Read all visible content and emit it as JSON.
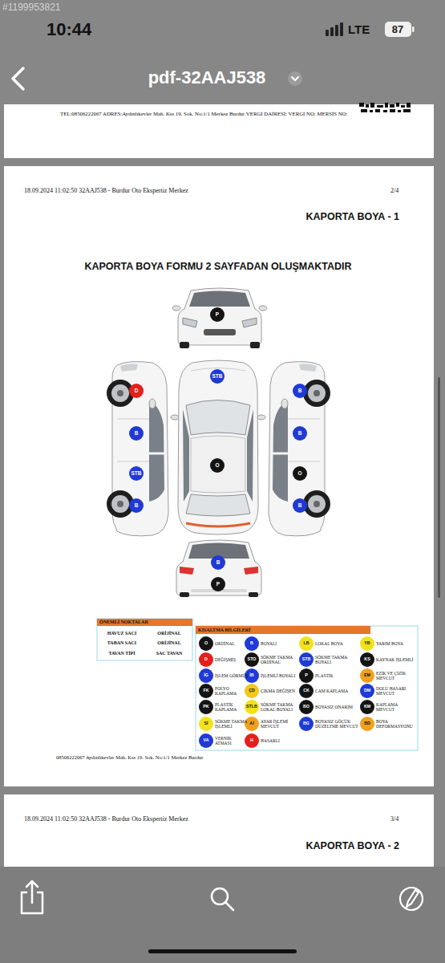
{
  "diagram": {
    "title": "KAPORTA BOYA FORMU 2 SAYFADAN OLUŞMAKTADIR",
    "nodes": [
      {
        "text": [
          "P"
        ]
      },
      {
        "text": [
          "D"
        ]
      },
      {
        "text": [
          "B"
        ]
      },
      {
        "text": [
          "STB"
        ]
      },
      {
        "text": [
          "B"
        ]
      },
      {
        "text": [
          "STB"
        ]
      },
      {
        "text": [
          "O"
        ]
      },
      {
        "text": [
          "B"
        ]
      },
      {
        "text": [
          "B"
        ]
      },
      {
        "text": [
          "O"
        ]
      },
      {
        "text": [
          "B"
        ]
      },
      {
        "text": [
          "B"
        ]
      },
      {
        "text": [
          "P"
        ]
      }
    ],
    "labels": [
      "#1199953821",
      "10:44",
      "LTE",
      "87",
      "pdf-32AAJ538",
      "TEL:08506222067 ADRES:Aydınlıkevler Mah. Kss 19. Sok. No:1/1 Merkez Burdur VERGİ DAİRESİ: VERGİ NO: MERSİS NO:",
      "18.09.2024 11:02:50 32AAJ538 - Burdur Oto Ekspertiz Merkez",
      "2/4",
      "KAPORTA BOYA - 1",
      "ÖNEMLİ NOKTALAR",
      "HAVUZ SACI",
      "ORİJİNAL",
      "TABAN SACI",
      "ORİJİNAL",
      "TAVAN TİPİ",
      "SAC TAVAN",
      "KISALTMA BİLGİLERİ",
      "O",
      "B",
      "LB",
      "YB",
      "D",
      "STO",
      "STB",
      "KS",
      "İG",
      "İB",
      "P",
      "EM",
      "FK",
      "ÇD",
      "CK",
      "DM",
      "PK",
      "STLB",
      "BO",
      "KM",
      "Sİ",
      "Aİ",
      "BG",
      "BD",
      "VA",
      "H",
      "08506222067 Aydınlıkevler Mah. Kss 19. Sok. No:1/1 Merkez Burdur",
      "18.09.2024 11:02:50 32AAJ538 - Burdur Oto Ekspertiz Merkez",
      "3/4",
      "KAPORTA BOYA - 2"
    ],
    "legend": [
      {
        "text": "ORİJİNAL",
        "color": "#141414"
      },
      {
        "text": "BOYALI",
        "color": "#1f3ad6"
      },
      {
        "text": "LOKAL BOYA",
        "color": "#f2e21c"
      },
      {
        "text": "YARIM BOYA",
        "color": "#f2e21c"
      },
      {
        "text": "DEĞİŞMİŞ",
        "color": "#e3201c"
      },
      {
        "text": "SÖKME TAKMA ORİJİNAL",
        "color": "#141414"
      },
      {
        "text": "SÖKME TAKMA BOYALI",
        "color": "#1f3ad6"
      },
      {
        "text": "KAYNAK İŞLEMLİ",
        "color": "#141414"
      },
      {
        "text": "İŞLEM GÖRMÜŞ",
        "color": "#1f3ad6"
      },
      {
        "text": "İŞLEMLİ BOYALI",
        "color": "#1f3ad6"
      },
      {
        "text": "PLASTİK",
        "color": "#141414"
      },
      {
        "text": "EZİK VE ÇİZİK MEVCUT",
        "color": "#f0a020"
      },
      {
        "text": "FOLYO KAPLAMA",
        "color": "#141414"
      },
      {
        "text": "ÇIKMA DEĞİŞEN",
        "color": "#f2c81c"
      },
      {
        "text": "CAM KAPLAMA",
        "color": "#141414"
      },
      {
        "text": "DOLU HASARI MEVCUT",
        "color": "#1f3ad6"
      },
      {
        "text": "PLASTİK KAPLAMA",
        "color": "#141414"
      },
      {
        "text": "SÖKME TAKMA LOKAL BOYALI",
        "color": "#f2e21c"
      },
      {
        "text": "BOYASIZ ONARIM",
        "color": "#141414"
      },
      {
        "text": "KAPLAMA MEVCUT",
        "color": "#141414"
      },
      {
        "text": "SÖKME TAKMA İŞLEMLİ",
        "color": "#f2e21c"
      },
      {
        "text": "AYAR İŞLEMİ MEVCUT",
        "color": "#f0a020"
      },
      {
        "text": "BOYASIZ GÖÇÜK DÜZELTME MEVCUT",
        "color": "#1f3ad6"
      },
      {
        "text": "BOYA DEFORMASYONU",
        "color": "#f0a020"
      },
      {
        "text": "VERNİK ATMASI",
        "color": "#1f3ad6"
      },
      {
        "text": "HASARLI",
        "color": "#e3201c"
      }
    ]
  }
}
